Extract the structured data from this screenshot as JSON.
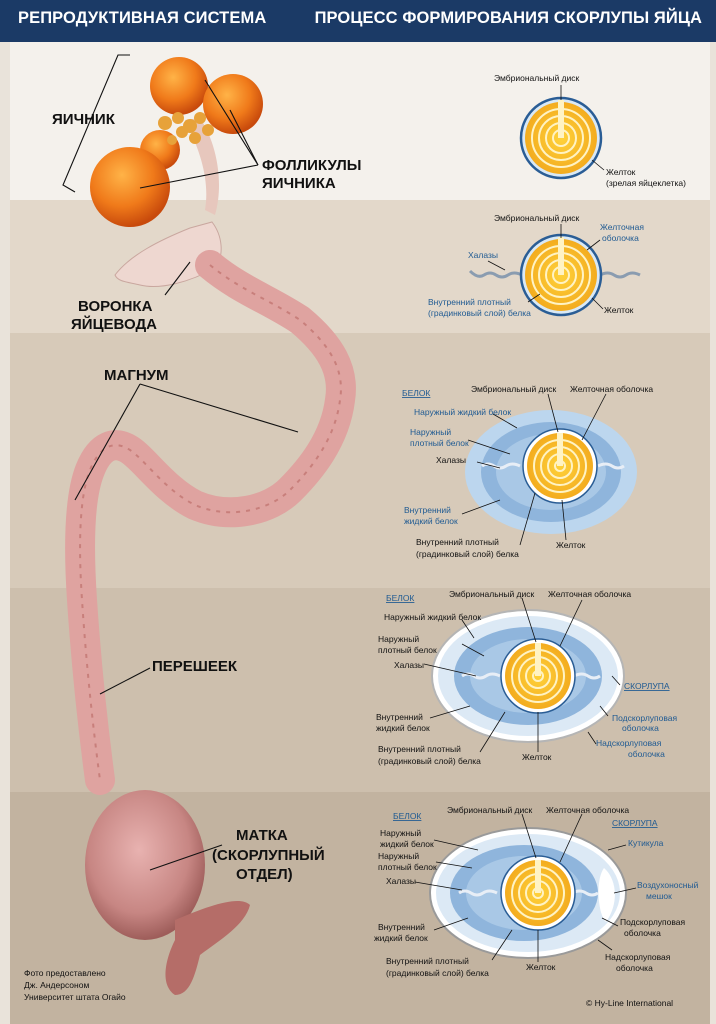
{
  "header": {
    "left_title": "РЕПРОДУКТИВНАЯ СИСТЕМА",
    "right_title": "ПРОЦЕСС ФОРМИРОВАНИЯ СКОРЛУПЫ ЯЙЦА"
  },
  "organs": {
    "ovary": "ЯИЧНИК",
    "follicles_1": "ФОЛЛИКУЛЫ",
    "follicles_2": "ЯИЧНИКА",
    "funnel_1": "ВОРОНКА",
    "funnel_2": "ЯЙЦЕВОДА",
    "magnum": "МАГНУМ",
    "isthmus": "ПЕРЕШЕЕК",
    "uterus_1": "МАТКА",
    "uterus_2": "(СКОРЛУПНЫЙ",
    "uterus_3": "ОТДЕЛ)"
  },
  "stage1": {
    "disc": "Эмбриональный диск",
    "yolk_1": "Желток",
    "yolk_2": "(зрелая яйцеклетка)"
  },
  "stage2": {
    "disc": "Эмбриональный диск",
    "membrane_1": "Желточная",
    "membrane_2": "оболочка",
    "chalazae": "Халазы",
    "inner_1": "Внутренний плотный",
    "inner_2": "(градинковый слой) белка",
    "yolk": "Желток"
  },
  "stage3": {
    "albumen": "БЕЛОК",
    "disc": "Эмбриональный диск",
    "membrane": "Желточная оболочка",
    "outer_thin": "Наружный жидкий белок",
    "outer_thick_1": "Наружный",
    "outer_thick_2": "плотный белок",
    "chalazae": "Халазы",
    "inner_thin_1": "Внутренний",
    "inner_thin_2": "жидкий белок",
    "inner_thick_1": "Внутренний плотный",
    "inner_thick_2": "(градинковый слой) белка",
    "yolk": "Желток"
  },
  "stage4": {
    "albumen": "БЕЛОК",
    "disc": "Эмбриональный диск",
    "membrane": "Желточная оболочка",
    "outer_thin": "Наружный жидкий белок",
    "outer_thick_1": "Наружный",
    "outer_thick_2": "плотный белок",
    "chalazae": "Халазы",
    "shell": "СКОРЛУПА",
    "inner_thin_1": "Внутренний",
    "inner_thin_2": "жидкий белок",
    "sub_1": "Подскорлуповая",
    "sub_2": "оболочка",
    "inner_thick_1": "Внутренний плотный",
    "inner_thick_2": "(градинковый слой) белка",
    "over_1": "Надскорлуповая",
    "over_2": "оболочка",
    "yolk": "Желток"
  },
  "stage5": {
    "albumen": "БЕЛОК",
    "disc": "Эмбриональный диск",
    "membrane": "Желточная оболочка",
    "shell": "СКОРЛУПА",
    "outer_thin_1": "Наружный",
    "outer_thin_2": "жидкий белок",
    "cuticle": "Кутикула",
    "outer_thick_1": "Наружный",
    "outer_thick_2": "плотный белок",
    "chalazae": "Халазы",
    "air_1": "Воздухоносный",
    "air_2": "мешок",
    "inner_thin_1": "Внутренний",
    "inner_thin_2": "жидкий белок",
    "sub_1": "Подскорлуповая",
    "sub_2": "оболочка",
    "inner_thick_1": "Внутренний плотный",
    "inner_thick_2": "(градинковый слой) белка",
    "yolk": "Желток",
    "over_1": "Надскорлуповая",
    "over_2": "оболочка"
  },
  "credit": {
    "line1": "Фото предоставлено",
    "line2": "Дж. Андерсоном",
    "line3": "Университет штата Огайо"
  },
  "copyright": "© Hy-Line International"
}
